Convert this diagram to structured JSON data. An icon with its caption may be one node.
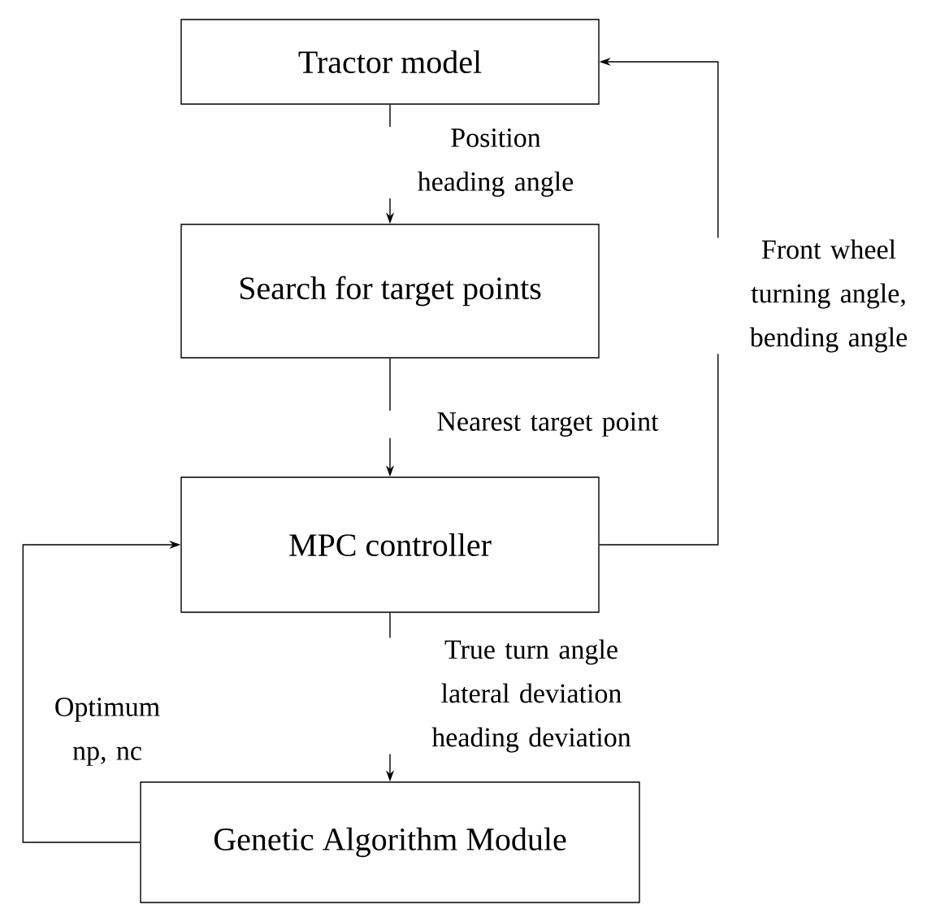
{
  "diagram": {
    "nodes": [
      {
        "text": [
          "Tractor model"
        ]
      },
      {
        "text": [
          "Search for target points"
        ]
      },
      {
        "text": [
          "MPC controller"
        ]
      },
      {
        "text": [
          "Genetic Algorithm Module"
        ]
      }
    ],
    "edges": [
      {
        "from": 0,
        "to": 1,
        "arrow": "to",
        "label": "Position heading angle"
      },
      {
        "from": 1,
        "to": 2,
        "arrow": "to",
        "label": "Nearest target point"
      },
      {
        "from": 2,
        "to": 0,
        "arrow": "to",
        "label": "Front wheel turning angle, bending angle"
      },
      {
        "from": 2,
        "to": 3,
        "arrow": "to",
        "label": "True turn angle lateral deviation heading deviation"
      },
      {
        "from": 3,
        "to": 2,
        "arrow": "to",
        "label": "Optimum np, nc"
      }
    ]
  }
}
